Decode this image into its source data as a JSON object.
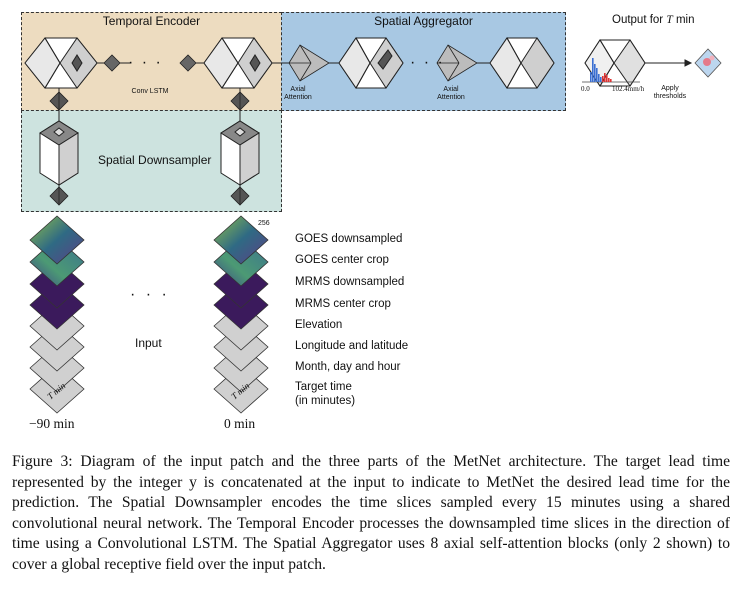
{
  "diagram": {
    "temporal_encoder": {
      "title": "Temporal Encoder",
      "conv_lstm_label": "Conv LSTM"
    },
    "spatial_aggregator": {
      "title": "Spatial Aggregator",
      "axial_attention_label_1": "Axial Attention",
      "axial_attention_label_2": "Axial Attention"
    },
    "output": {
      "title_prefix": "Output for ",
      "title_var": "T",
      "title_suffix": " min",
      "axis_min": "0.0",
      "axis_max": "102.4mm/h",
      "apply_thresholds": "Apply thresholds"
    },
    "spatial_downsampler": {
      "title": "Spatial Downsampler"
    },
    "input": {
      "label": "Input",
      "patch_size": "256",
      "slice_label": "T min",
      "time_left": "−90 min",
      "time_right": "0 min",
      "ellipsis": "· · ·"
    },
    "legend": [
      "GOES downsampled",
      "GOES center crop",
      "MRMS downsampled",
      "MRMS center crop",
      "Elevation",
      "Longitude and latitude",
      "Month, day and hour",
      "Target time",
      "(in minutes)"
    ],
    "colors": {
      "temporal_encoder_bg": "#eddcc0",
      "spatial_aggregator_bg": "#a8c8e3",
      "spatial_downsampler_bg": "#cde3df",
      "goes_tile": "#3f6f7a",
      "mrms_tile": "#3b1a5c",
      "gray_tile": "#cfcfcf"
    }
  },
  "caption": "Figure 3:  Diagram of the input patch and the three parts of the MetNet architecture. The target lead time represented by the integer y is concatenated at the input to indicate to MetNet the desired lead time for the prediction. The Spatial Downsampler encodes the time slices sampled every 15 minutes using a shared convolutional neural network. The Temporal Encoder processes the downsampled time slices in the direction of time using a Convolutional LSTM. The Spatial Aggregator uses 8 axial self-attention blocks (only 2 shown) to cover a global receptive field over the input patch."
}
